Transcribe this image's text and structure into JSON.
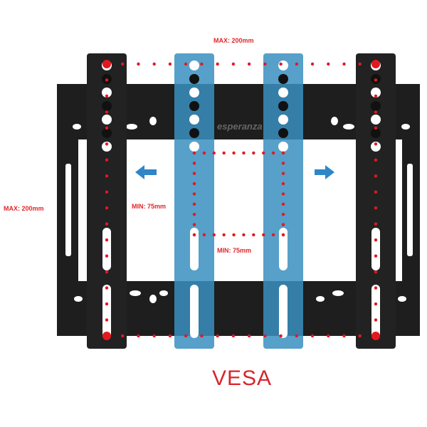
{
  "labels": {
    "max_horizontal": "MAX: 200mm",
    "max_vertical": "MAX: 200mm",
    "min_horizontal": "MIN: 75mm",
    "min_vertical": "MIN: 75mm",
    "title": "VESA"
  },
  "brand": {
    "logo_text": "esperanza"
  },
  "colors": {
    "frame": "#1e1e1e",
    "arm_black": "#222222",
    "arm_blue": "#3a8fc0",
    "dots": "#e3191e",
    "arrow": "#2f86c6"
  }
}
